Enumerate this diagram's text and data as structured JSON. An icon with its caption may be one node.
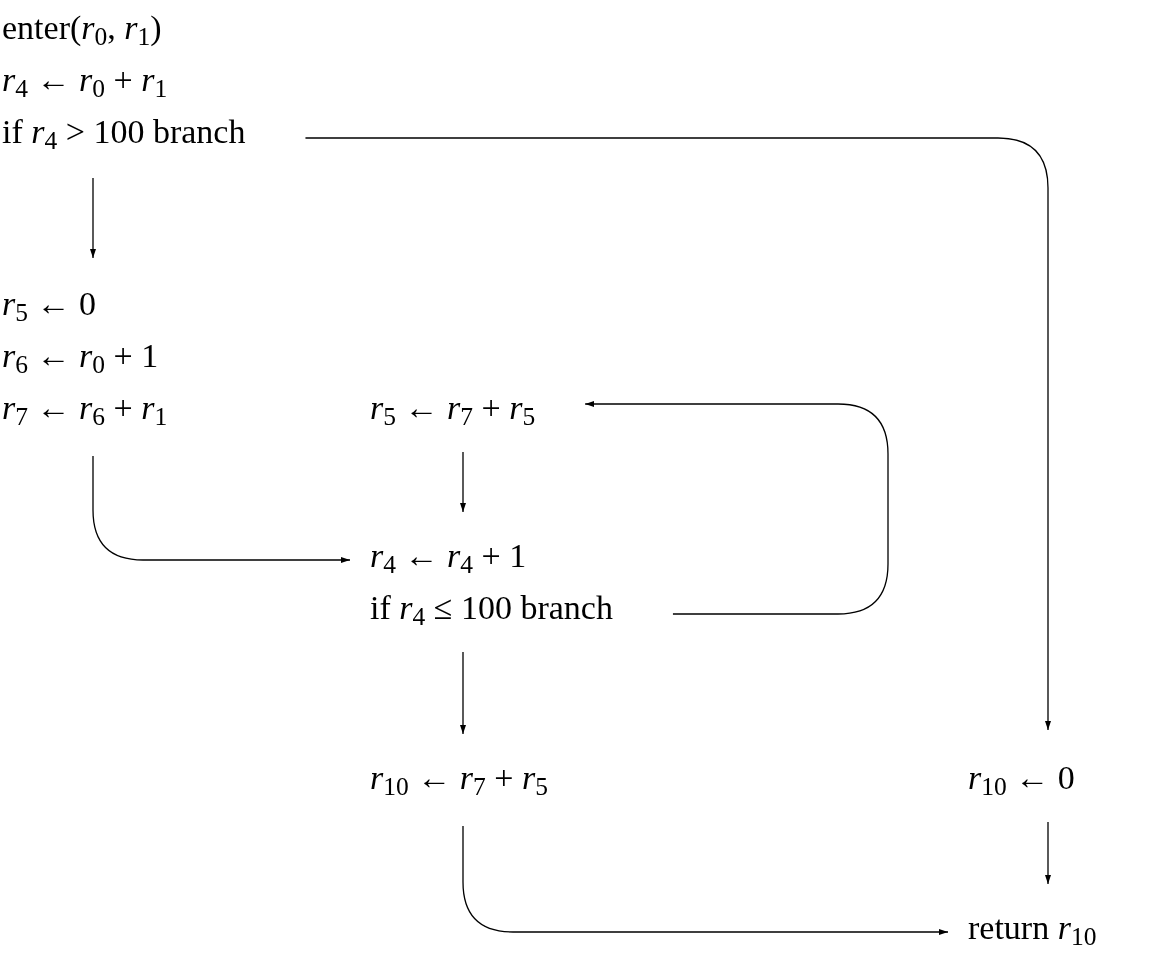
{
  "diagram": {
    "nodes": [
      {
        "text": [
          "enter(*r*$_{0}$, *r*$_{1}$)",
          "*r*$_{4}$ ← *r*$_{0}$ + *r*$_{1}$",
          "if *r*$_{4}$ > 100 branch"
        ]
      },
      {
        "text": [
          "*r*$_{5}$ ← 0",
          "*r*$_{6}$ ← *r*$_{0}$ + 1",
          "*r*$_{7}$ ← *r*$_{6}$ + *r*$_{1}$"
        ]
      },
      {
        "text": [
          "*r*$_{5}$ ← *r*$_{7}$ + *r*$_{5}$"
        ]
      },
      {
        "text": [
          "*r*$_{4}$ ← *r*$_{4}$ + 1",
          "if *r*$_{4}$ ≤ 100 branch"
        ]
      },
      {
        "text": [
          "*r*$_{10}$ ← *r*$_{7}$ + *r*$_{5}$"
        ]
      },
      {
        "text": [
          "*r*$_{10}$ ← 0"
        ]
      },
      {
        "text": [
          "return *r*$_{10}$"
        ]
      }
    ],
    "edges": [
      {
        "from": 0,
        "to": 1,
        "arrow": "to"
      },
      {
        "from": 0,
        "to": 5,
        "arrow": "to"
      },
      {
        "from": 1,
        "to": 3,
        "arrow": "to"
      },
      {
        "from": 2,
        "to": 3,
        "arrow": "to"
      },
      {
        "from": 3,
        "to": 2,
        "arrow": "to"
      },
      {
        "from": 3,
        "to": 4,
        "arrow": "to"
      },
      {
        "from": 4,
        "to": 6,
        "arrow": "to"
      },
      {
        "from": 5,
        "to": 6,
        "arrow": "to"
      }
    ]
  }
}
